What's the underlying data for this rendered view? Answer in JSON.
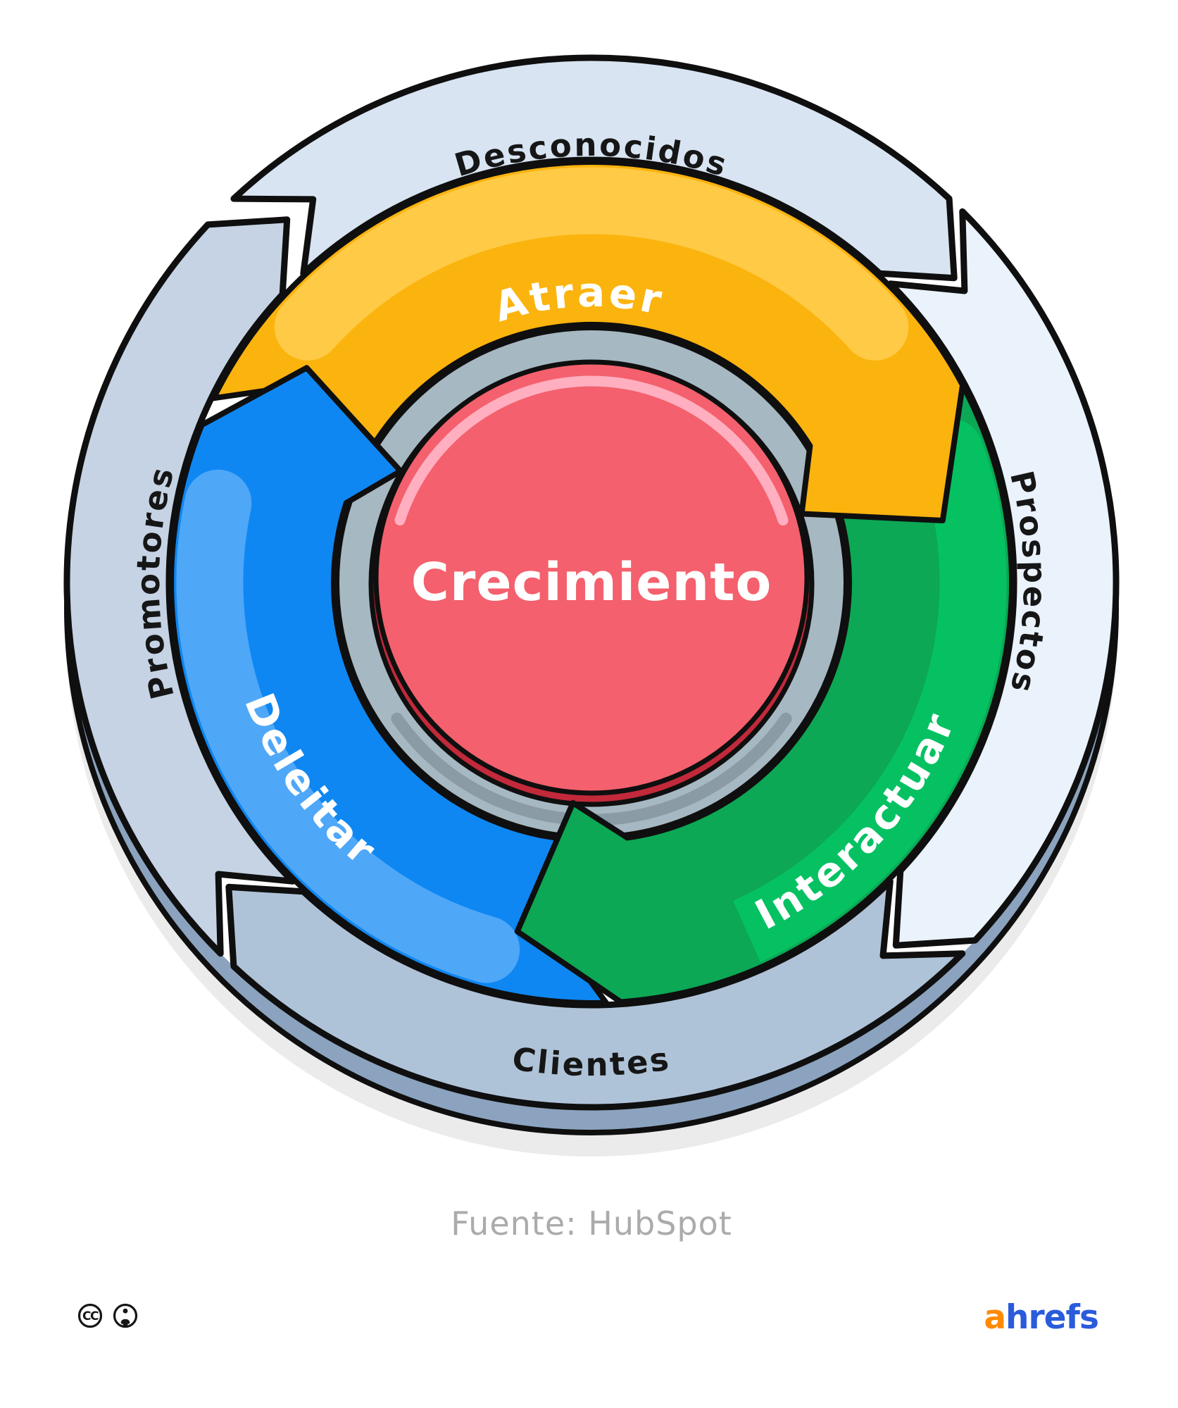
{
  "diagram": {
    "center_label": "Crecimiento",
    "outer_ring": [
      {
        "label": "Desconocidos",
        "color": "#D8E4F2"
      },
      {
        "label": "Prospectos",
        "color": "#EAF2FB"
      },
      {
        "label": "Clientes",
        "color": "#AFC3D8"
      },
      {
        "label": "Promotores",
        "color": "#C5D3E4"
      }
    ],
    "arcs": [
      {
        "label": "Atraer",
        "color": "#FBB30E",
        "sheen": "#FFCA45"
      },
      {
        "label": "Interactuar",
        "color": "#0CA855",
        "sheen": "#05C162"
      },
      {
        "label": "Deleitar",
        "color": "#0F87F2",
        "sheen": "#4FA7F8"
      }
    ],
    "colors": {
      "outline": "#0F0F0F",
      "hub_ring": "#A6B8C2",
      "hub_ring_shade": "#8A9BA5",
      "center_fill": "#F4606D",
      "center_rim": "#C2293A",
      "center_highlight": "#FFAFC0",
      "rim_3d": "#8BA3BE",
      "shadow": "#EBEBEB",
      "label_dark": "#161616",
      "label_light": "#FFFFFF"
    }
  },
  "caption": {
    "text": "Fuente: HubSpot",
    "color": "#ABABAB"
  },
  "footer": {
    "license": {
      "cc_text": "CC"
    },
    "brand": {
      "prefix": "a",
      "suffix": "hrefs",
      "prefix_color": "#FF8A00",
      "suffix_color": "#2A5BDB"
    }
  }
}
